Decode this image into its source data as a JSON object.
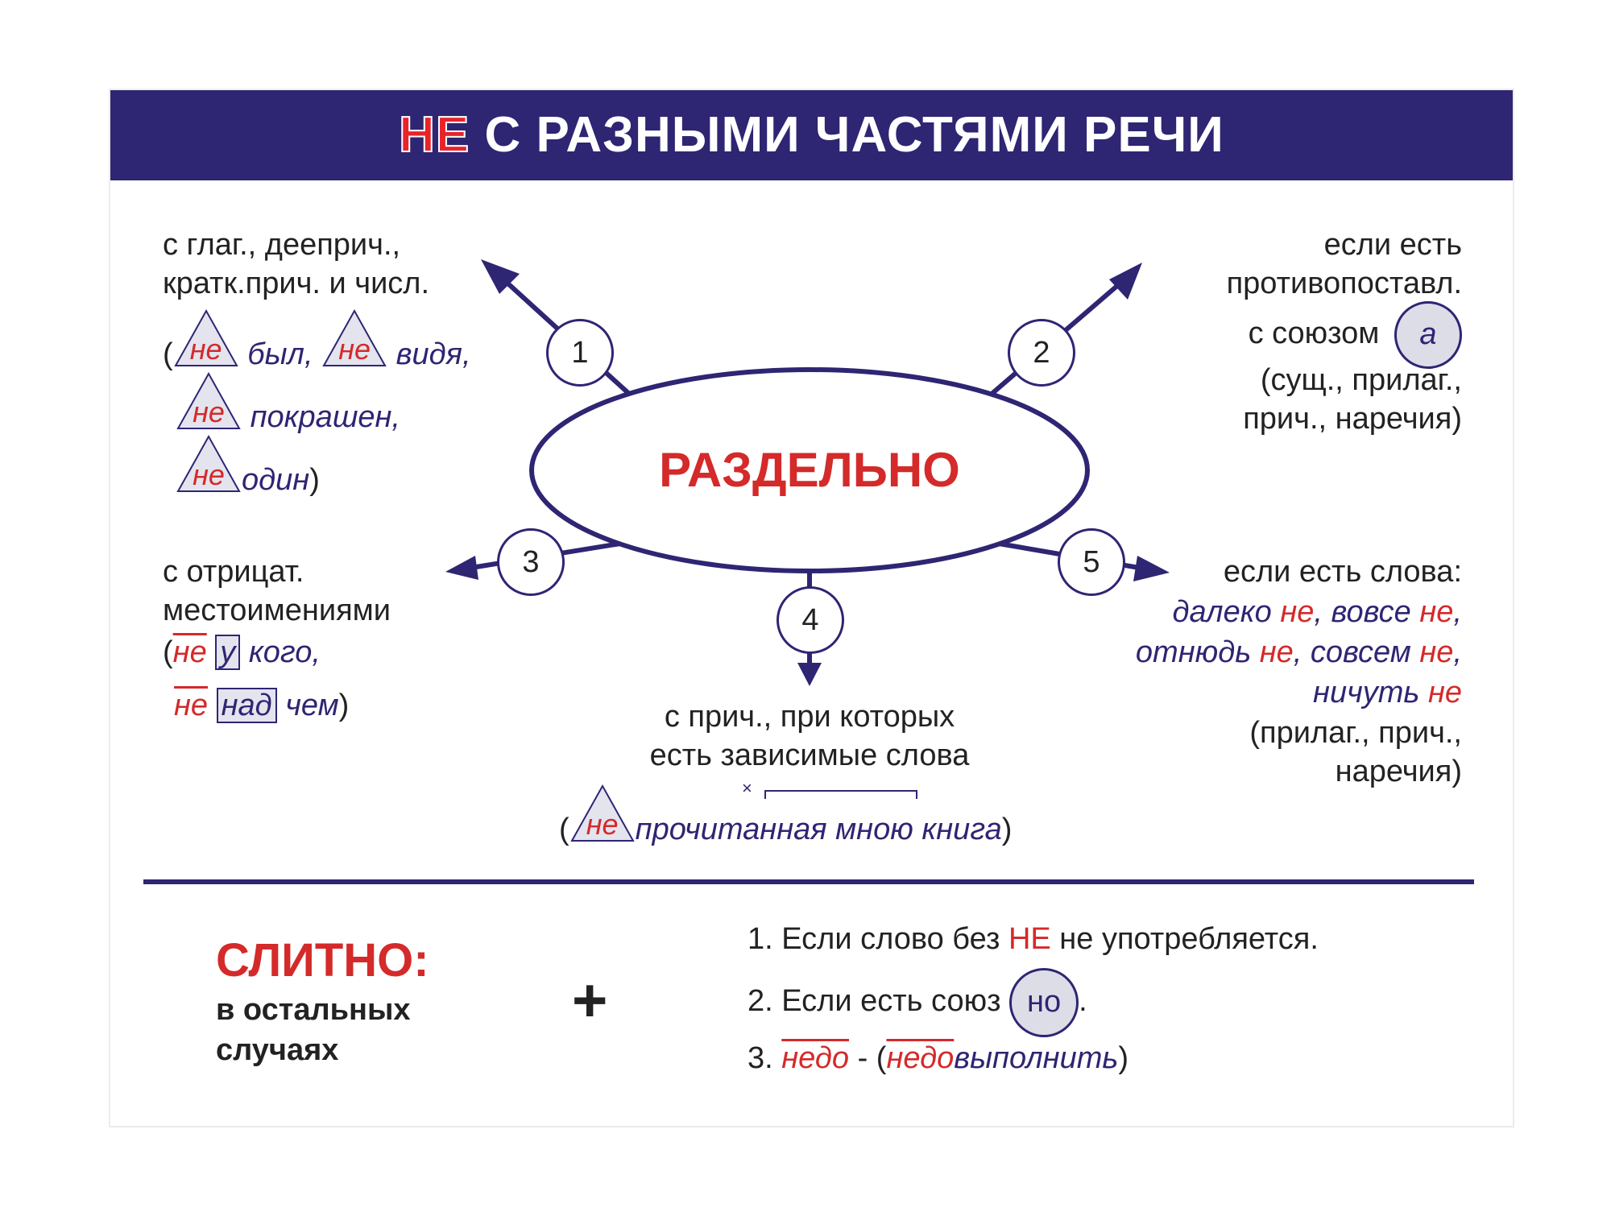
{
  "title": {
    "ne": "НЕ",
    "rest": " С РАЗНЫМИ ЧАСТЯМИ РЕЧИ"
  },
  "center": "РАЗДЕЛЬНО",
  "nodes": [
    "1",
    "2",
    "3",
    "4",
    "5"
  ],
  "rule1": {
    "line1": "с глаг., дееприч.,",
    "line2": "кратк.прич. и числ.",
    "open": "(",
    "ne": "не",
    "w1": "был,",
    "w2": "видя,",
    "w3": "покрашен,",
    "w4": "один",
    "close": ")"
  },
  "rule2": {
    "line1": "если есть",
    "line2": "противопоставл.",
    "line3": "с союзом",
    "conj": "а",
    "line4": "(сущ., прилаг.,",
    "line5": "прич., наречия)"
  },
  "rule3": {
    "line1": "с отрицат.",
    "line2": "местоимениями",
    "open": "(",
    "ne": "не",
    "p1": "у",
    "w1": "кого,",
    "p2": "над",
    "w2": "чем",
    "close": ")"
  },
  "rule4": {
    "line1": "с прич., при которых",
    "line2": "есть зависимые слова",
    "open": "(",
    "ne": "не",
    "w1": "прочитанная мною книга",
    "close": ")",
    "cross": "×"
  },
  "rule5": {
    "line1": "если есть слова:",
    "a1": "далеко",
    "a2": "вовсе",
    "a3": "отнюдь",
    "a4": "совсем",
    "a5": "ничуть",
    "ne": "не",
    "comma": ",",
    "line5": "(прилаг., прич.,",
    "line6": "наречия)"
  },
  "together": {
    "title": "СЛИТНО:",
    "sub1": "в остальных",
    "sub2": "случаях",
    "plus": "+",
    "i1_pre": "1. Если слово без ",
    "i1_ne": "НЕ",
    "i1_post": " не употребляется.",
    "i2_pre": "2. Если есть союз",
    "i2_conj": "но",
    "i2_post": ".",
    "i3_num": "3.",
    "i3_prefix": "недо",
    "i3_dash": " - (",
    "i3_word_prefix": "недо",
    "i3_word_rest": "выполнить",
    "i3_close": ")"
  },
  "colors": {
    "navy": "#2e2573",
    "red": "#d42a2a"
  }
}
